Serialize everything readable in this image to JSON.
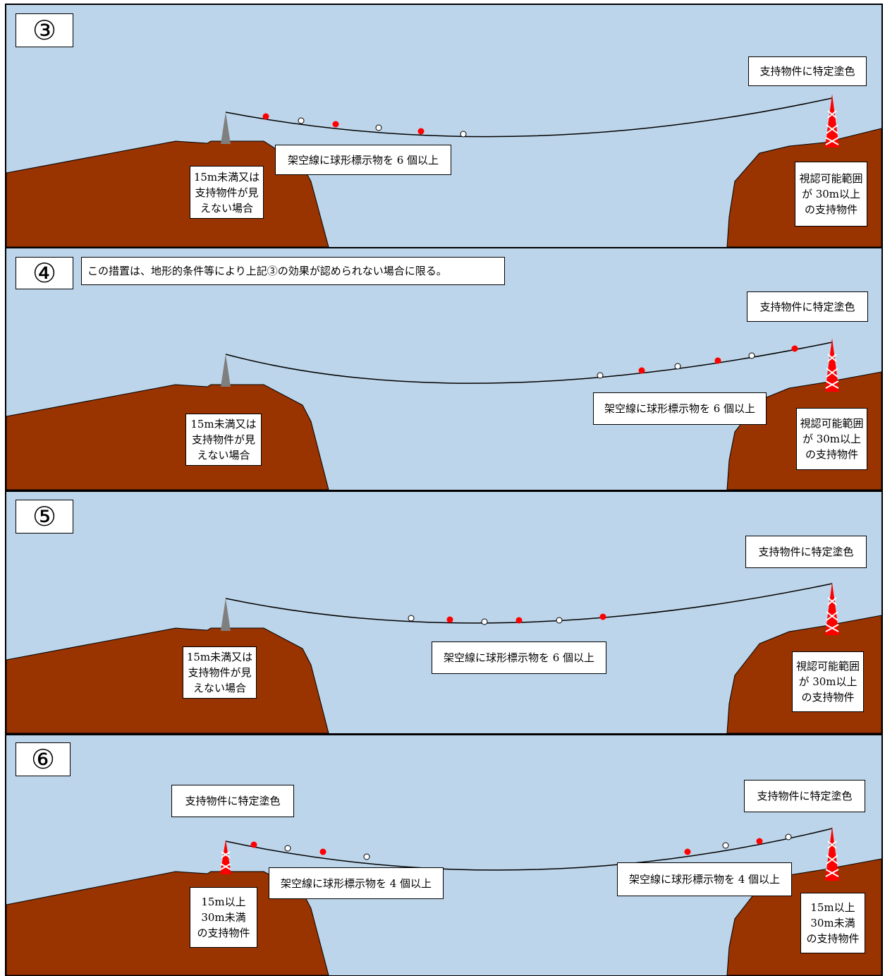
{
  "colors": {
    "sky": "#bdd5ea",
    "ground": "#993300",
    "marker_red": "#ff0000",
    "marker_white": "#ffffff",
    "tower_gray": "#7f7f7f"
  },
  "panels": [
    {
      "number": "③",
      "note": "",
      "left_support_label": "15m未満又は\n支持物件が見\nえない場合",
      "right_support_label": "視認可能範囲\nが 30m以上\nの支持物件",
      "right_paint_label": "支持物件に特定塗色",
      "marker_label": "架空線に球形標示物を 6 個以上"
    },
    {
      "number": "④",
      "note": "この措置は、地形的条件等により上記③の効果が認められない場合に限る。",
      "left_support_label": "15m未満又は\n支持物件が見\nえない場合",
      "right_support_label": "視認可能範囲\nが 30m以上\nの支持物件",
      "right_paint_label": "支持物件に特定塗色",
      "marker_label": "架空線に球形標示物を 6 個以上"
    },
    {
      "number": "⑤",
      "note": "",
      "left_support_label": "15m未満又は\n支持物件が見\nえない場合",
      "right_support_label": "視認可能範囲\nが 30m以上\nの支持物件",
      "right_paint_label": "支持物件に特定塗色",
      "marker_label": "架空線に球形標示物を 6 個以上"
    },
    {
      "number": "⑥",
      "note": "",
      "left_paint_label": "支持物件に特定塗色",
      "right_paint_label": "支持物件に特定塗色",
      "left_support_label": "15m以上\n30m未満\nの支持物件",
      "right_support_label": "15m以上\n30m未満\nの支持物件",
      "left_marker_label": "架空線に球形標示物を 4 個以上",
      "right_marker_label": "架空線に球形標示物を 4 個以上"
    }
  ]
}
